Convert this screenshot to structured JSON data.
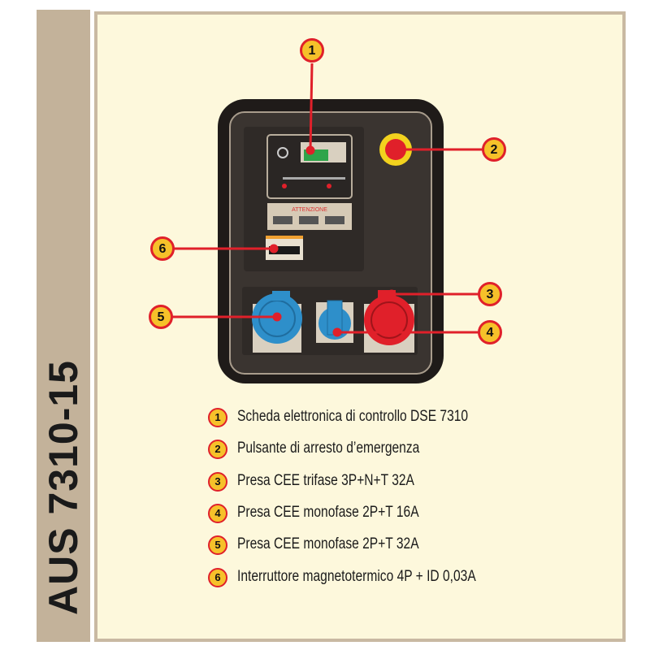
{
  "model": "AUS 7310-15",
  "panel_label": "ATTENZIONE",
  "callouts": [
    "1",
    "2",
    "3",
    "4",
    "5",
    "6"
  ],
  "legend": [
    {
      "num": "1",
      "text": "Scheda elettronica di controllo DSE 7310"
    },
    {
      "num": "2",
      "text": "Pulsante di arresto d’emergenza"
    },
    {
      "num": "3",
      "text": "Presa CEE trifase 3P+N+T 32A"
    },
    {
      "num": "4",
      "text": "Presa CEE monofase 2P+T 16A"
    },
    {
      "num": "5",
      "text": "Presa CEE monofase 2P+T 32A"
    },
    {
      "num": "6",
      "text": "Interruttore magnetotermico 4P + ID 0,03A"
    }
  ],
  "colors": {
    "accent": "#e0202a",
    "callout": "#f6c12a",
    "panel": "#3a3430",
    "blue": "#2e8fca"
  }
}
